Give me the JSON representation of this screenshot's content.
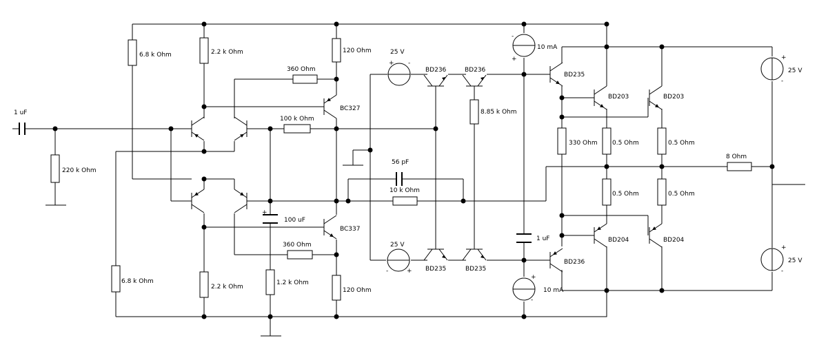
{
  "schematic": {
    "components": [
      {
        "id": "c_in",
        "label": "1 uF"
      },
      {
        "id": "r_in",
        "label": "220 k Ohm"
      },
      {
        "id": "r_68k_top",
        "label": "6.8 k Ohm"
      },
      {
        "id": "r_68k_bot",
        "label": "6.8 k Ohm"
      },
      {
        "id": "r_22k_top",
        "label": "2.2 k Ohm"
      },
      {
        "id": "r_22k_bot",
        "label": "2.2 k Ohm"
      },
      {
        "id": "r_120_top",
        "label": "120  Ohm"
      },
      {
        "id": "r_120_bot",
        "label": "120  Ohm"
      },
      {
        "id": "r_360_top",
        "label": "360  Ohm"
      },
      {
        "id": "r_360_bot",
        "label": "360  Ohm"
      },
      {
        "id": "r_fb",
        "label": "100 k Ohm"
      },
      {
        "id": "c_fb",
        "label": "100 uF"
      },
      {
        "id": "r_12k",
        "label": "1.2 k Ohm"
      },
      {
        "id": "q_bc327",
        "label": "BC327"
      },
      {
        "id": "q_bc337",
        "label": "BC337"
      },
      {
        "id": "v_top",
        "label": "25 V"
      },
      {
        "id": "v_bot",
        "label": "25 V"
      },
      {
        "id": "q_bd236_a",
        "label": "BD236"
      },
      {
        "id": "q_bd236_b",
        "label": "BD236"
      },
      {
        "id": "q_bd235_a",
        "label": "BD235"
      },
      {
        "id": "q_bd235_b",
        "label": "BD235"
      },
      {
        "id": "r_885k",
        "label": "8.85 k Ohm"
      },
      {
        "id": "c_56p",
        "label": "56 pF"
      },
      {
        "id": "r_10k",
        "label": "10 k Ohm"
      },
      {
        "id": "i_top",
        "label": "10 mA"
      },
      {
        "id": "i_bot",
        "label": "10 mA"
      },
      {
        "id": "c_bias",
        "label": "1 uF"
      },
      {
        "id": "q_bd235_drv",
        "label": "BD235"
      },
      {
        "id": "q_bd236_drv",
        "label": "BD236"
      },
      {
        "id": "r_330",
        "label": "330  Ohm"
      },
      {
        "id": "q_bd203_a",
        "label": "BD203"
      },
      {
        "id": "q_bd203_b",
        "label": "BD203"
      },
      {
        "id": "q_bd204_a",
        "label": "BD204"
      },
      {
        "id": "q_bd204_b",
        "label": "BD204"
      },
      {
        "id": "r_05_a",
        "label": "0.5  Ohm"
      },
      {
        "id": "r_05_b",
        "label": "0.5  Ohm"
      },
      {
        "id": "r_05_c",
        "label": "0.5  Ohm"
      },
      {
        "id": "r_05_d",
        "label": "0.5  Ohm"
      },
      {
        "id": "r_load",
        "label": "8  Ohm"
      },
      {
        "id": "v_rail_top",
        "label": "25 V"
      },
      {
        "id": "v_rail_bot",
        "label": "25 V"
      }
    ]
  }
}
